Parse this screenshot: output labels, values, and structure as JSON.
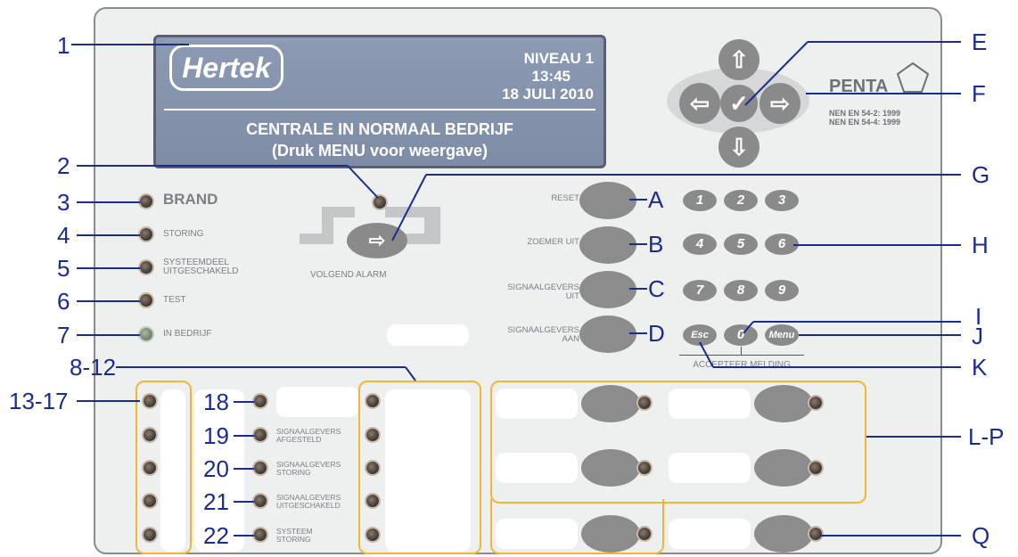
{
  "lcd": {
    "logo": "Hertek",
    "level": "NIVEAU 1",
    "time": "13:45",
    "date": "18 JULI 2010",
    "status": "CENTRALE IN NORMAAL BEDRIJF",
    "hint": "(Druk MENU voor weergave)"
  },
  "brand_logo": "PENTA",
  "norms": [
    "NEN EN 54-2: 1999",
    "NEN EN 54-4: 1999"
  ],
  "indicators": {
    "brand": "BRAND",
    "storing": "STORING",
    "systeemdeel": [
      "SYSTEEMDEEL",
      "UITGESCHAKELD"
    ],
    "test": "TEST",
    "in_bedrijf": "IN BEDRIJF"
  },
  "next_alarm_label": "VOLGEND ALARM",
  "buttons": {
    "reset": "RESET",
    "zoemer_uit": "ZOEMER UIT",
    "signaalgevers_uit": [
      "SIGNAALGEVERS",
      "UIT"
    ],
    "signaalgevers_aan": [
      "SIGNAALGEVERS",
      "AAN"
    ]
  },
  "keypad": [
    "1",
    "2",
    "3",
    "4",
    "5",
    "6",
    "7",
    "8",
    "9"
  ],
  "keys": {
    "esc": "Esc",
    "zero": "0",
    "menu": "Menu"
  },
  "accept_label": "ACCEPTEER MELDING",
  "status_labels": {
    "afgesteld": [
      "SIGNAALGEVERS",
      "AFGESTELD"
    ],
    "storing": [
      "SIGNAALGEVERS",
      "STORING"
    ],
    "uitgeschakeld": [
      "SIGNAALGEVERS",
      "UITGESCHAKELD"
    ],
    "systeem": [
      "SYSTEEM",
      "STORING"
    ]
  },
  "callouts": {
    "c1": "1",
    "c2": "2",
    "c3": "3",
    "c4": "4",
    "c5": "5",
    "c6": "6",
    "c7": "7",
    "c812": "8-12",
    "c1317": "13-17",
    "c18": "18",
    "c19": "19",
    "c20": "20",
    "c21": "21",
    "c22": "22",
    "E": "E",
    "F": "F",
    "G": "G",
    "A": "A",
    "B": "B",
    "C": "C",
    "D": "D",
    "H": "H",
    "I": "I",
    "J": "J",
    "K": "K",
    "LP": "L-P",
    "Q": "Q"
  },
  "colors": {
    "callout": "#1a2d8f",
    "frame": "#f2b637",
    "lcd": "#8592ac"
  }
}
